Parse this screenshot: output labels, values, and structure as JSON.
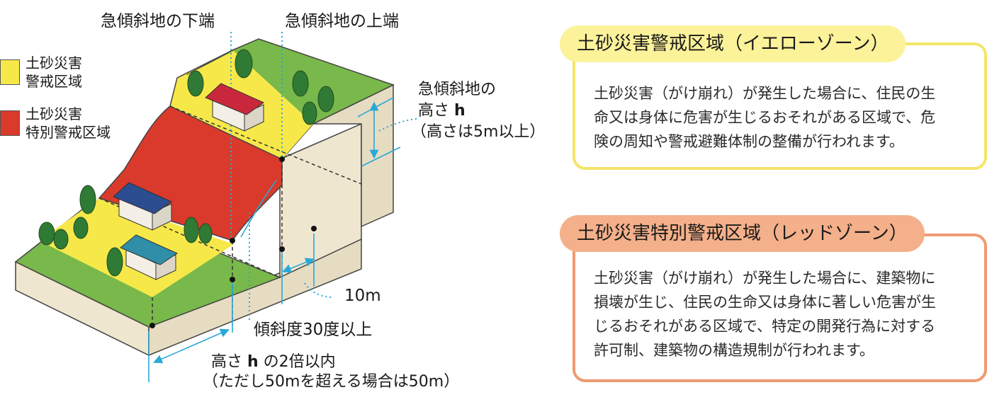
{
  "legend": {
    "yellow": {
      "line1": "土砂災害",
      "line2": "警戒区域",
      "color": "#f7e84a"
    },
    "red": {
      "line1": "土砂災害",
      "line2": "特別警戒区域",
      "color": "#d93a2b"
    }
  },
  "labels": {
    "slope_bottom": "急傾斜地の下端",
    "slope_top": "急傾斜地の上端",
    "height_line1": "急傾斜地の",
    "height_line2_prefix": "高さ ",
    "height_line2_h": "h",
    "height_line3": "（高さは5m以上）",
    "ten_m": "10m",
    "angle": "傾斜度30度以上",
    "twice_prefix": "高さ ",
    "twice_h": "h",
    "twice_suffix": " の2倍以内",
    "twice_note": "（ただし50mを超える場合は50m）"
  },
  "yellow_zone": {
    "title": "土砂災害警戒区域（イエローゾーン）",
    "body_lines": [
      "土砂災害（がけ崩れ）が発生した場合に、住民の生",
      "命又は身体に危害が生じるおそれがある区域で、危",
      "険の周知や警戒避難体制の整備が行われます。"
    ],
    "color": "#fbf29a",
    "border": "#f4e56a"
  },
  "red_zone": {
    "title": "土砂災害特別警戒区域（レッドゾーン）",
    "body_lines": [
      "土砂災害（がけ崩れ）が発生した場合に、建築物に",
      "損壊が生じ、住民の生命又は身体に著しい危害が生",
      "じるおそれがある区域で、特定の開発行為に対する",
      "許可制、建築物の構造規制が行われます。"
    ],
    "color": "#f4b08a",
    "border": "#ef9a72"
  },
  "colors": {
    "green": "#79b84a",
    "dark_green": "#2f7a34",
    "earth": "#efe6cf",
    "earth_dark": "#d9cdb0",
    "cyan": "#2aa8d8",
    "red_roof": "#c9283c",
    "blue_roof": "#2c4d8f",
    "teal_roof": "#2f8ea8"
  }
}
